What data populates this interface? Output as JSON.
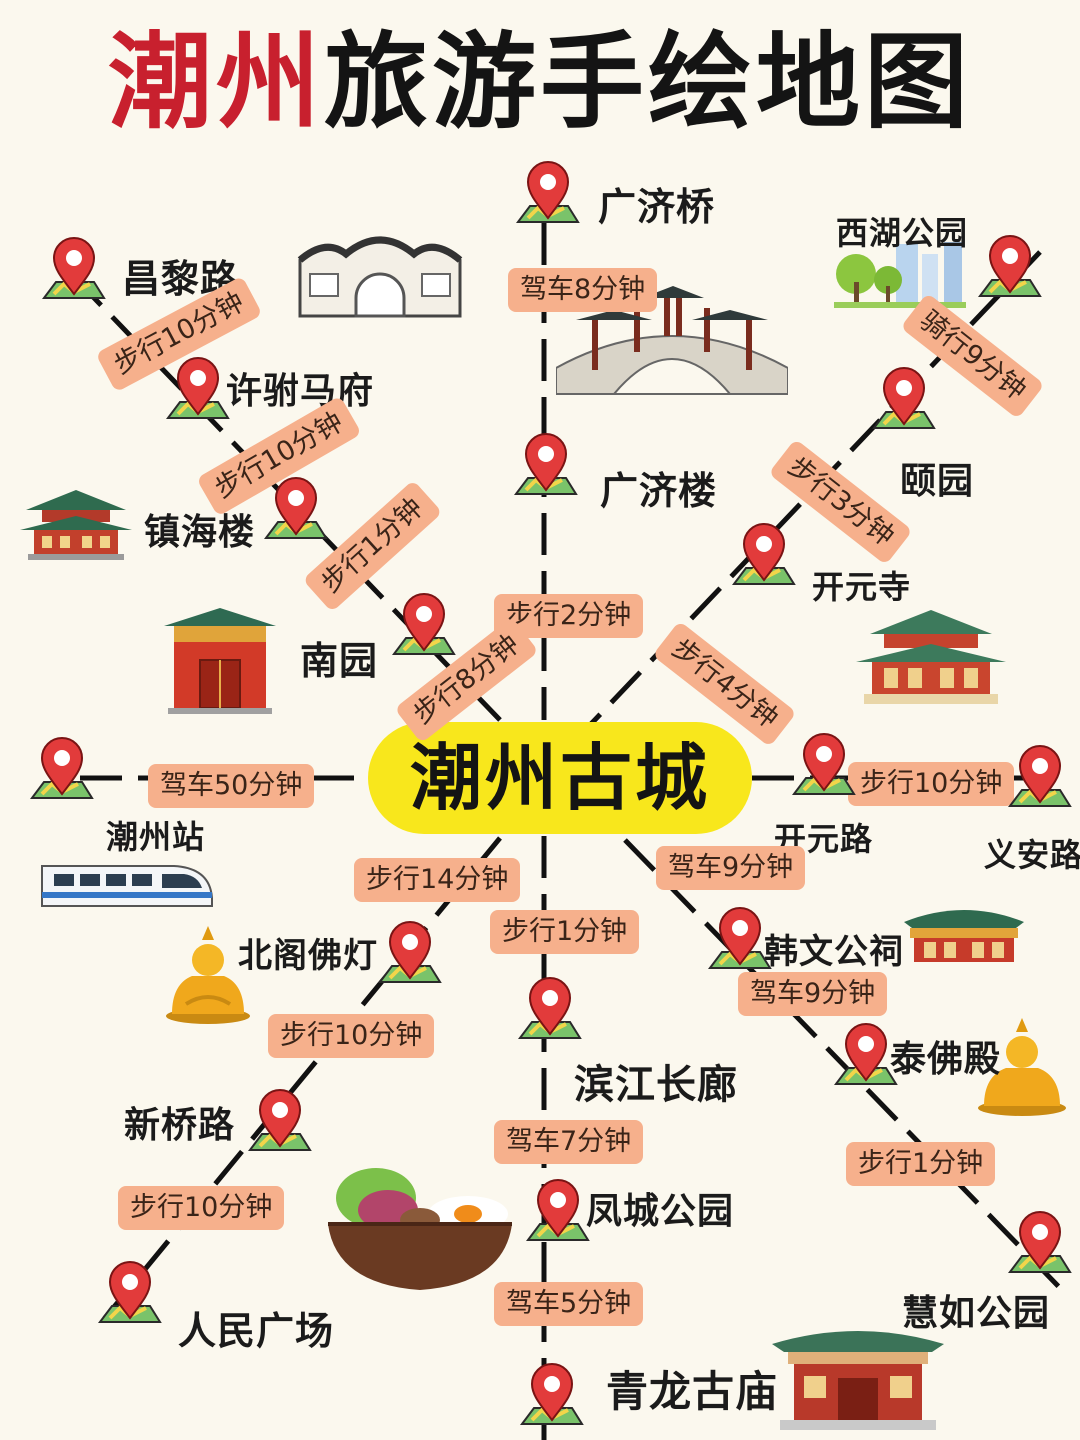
{
  "title": {
    "part1": "潮州",
    "part2": "旅游手绘地图"
  },
  "center": "潮州古城",
  "places": {
    "guangjiqiao": "广济桥",
    "guangjilou": "广济楼",
    "changlilu": "昌黎路",
    "xufumafu": "许驸马府",
    "zhenhailou": "镇海楼",
    "nanyuan": "南园",
    "xihugongyuan": "西湖公园",
    "yiyuan": "颐园",
    "kaiyuansi": "开元寺",
    "chaozhouzhan": "潮州站",
    "kaiyuanlu": "开元路",
    "yianlu": "义安路",
    "beigefodeng": "北阁佛灯",
    "xinqiaolu": "新桥路",
    "renminguangchang": "人民广场",
    "binjiangchanglang": "滨江长廊",
    "fengchenggongyuan": "凤城公园",
    "qinglongguMiao": "青龙古庙",
    "hanwengongci": "韩文公祠",
    "taifodian": "泰佛殿",
    "huirugongyuan": "慧如公园"
  },
  "routes": {
    "r01": "驾车8分钟",
    "r02": "步行2分钟",
    "r03": "步行10分钟",
    "r04": "步行10分钟",
    "r05": "步行1分钟",
    "r06": "步行8分钟",
    "r07": "骑行9分钟",
    "r08": "步行3分钟",
    "r09": "步行4分钟",
    "r10": "驾车50分钟",
    "r11": "步行10分钟",
    "r12": "驾车9分钟",
    "r13": "步行14分钟",
    "r14": "步行1分钟",
    "r15": "驾车9分钟",
    "r16": "步行10分钟",
    "r17": "驾车7分钟",
    "r18": "步行1分钟",
    "r19": "步行10分钟",
    "r20": "驾车5分钟"
  },
  "colors": {
    "title_red": "#c8202e",
    "center_yellow": "#f8e71c",
    "pill": "#f6b08c",
    "pin_red": "#e23b3b",
    "pin_base_green": "#7ac36a",
    "pin_base_yellow": "#f2d54a",
    "line": "#111111",
    "background": "#fbf8ee"
  },
  "icons": [
    "map-pin-icon",
    "bridge-icon",
    "moon-gate-icon",
    "pavilion-icon",
    "city-park-icon",
    "temple-icon",
    "train-icon",
    "buddha-icon",
    "noodle-bowl-icon",
    "ancestral-hall-icon"
  ]
}
